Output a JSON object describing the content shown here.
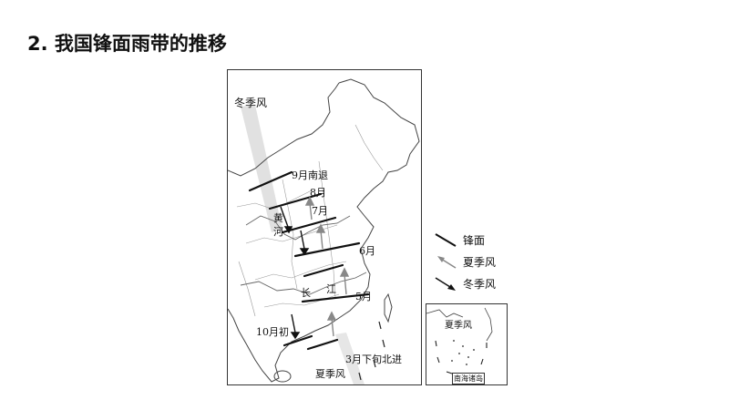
{
  "slide": {
    "title": "2. 我国锋面雨带的推移"
  },
  "map": {
    "labels": {
      "winter_monsoon": "冬季风",
      "sep_retreat": "9月南退",
      "aug": "8月",
      "jul": "7月",
      "huanghe_1": "黄",
      "huanghe_2": "河",
      "jun": "6月",
      "changjiang_1": "长",
      "changjiang_2": "江",
      "may": "5月",
      "oct_early": "10月初",
      "mar_late": "3月下旬北进",
      "summer_monsoon": "夏季风"
    },
    "inset": {
      "summer_monsoon": "夏季风",
      "south_sea_islands": "南海诸岛"
    }
  },
  "legend": {
    "items": [
      {
        "label": "锋面",
        "symbol": "front-line"
      },
      {
        "label": "夏季风",
        "symbol": "summer-monsoon-arrow"
      },
      {
        "label": "冬季风",
        "symbol": "winter-monsoon-arrow"
      }
    ]
  },
  "colors": {
    "front_line": "#111111",
    "summer_arrow": "#888888",
    "winter_arrow": "#111111",
    "monsoon_band": "#d9d9d9",
    "border": "#555555"
  }
}
